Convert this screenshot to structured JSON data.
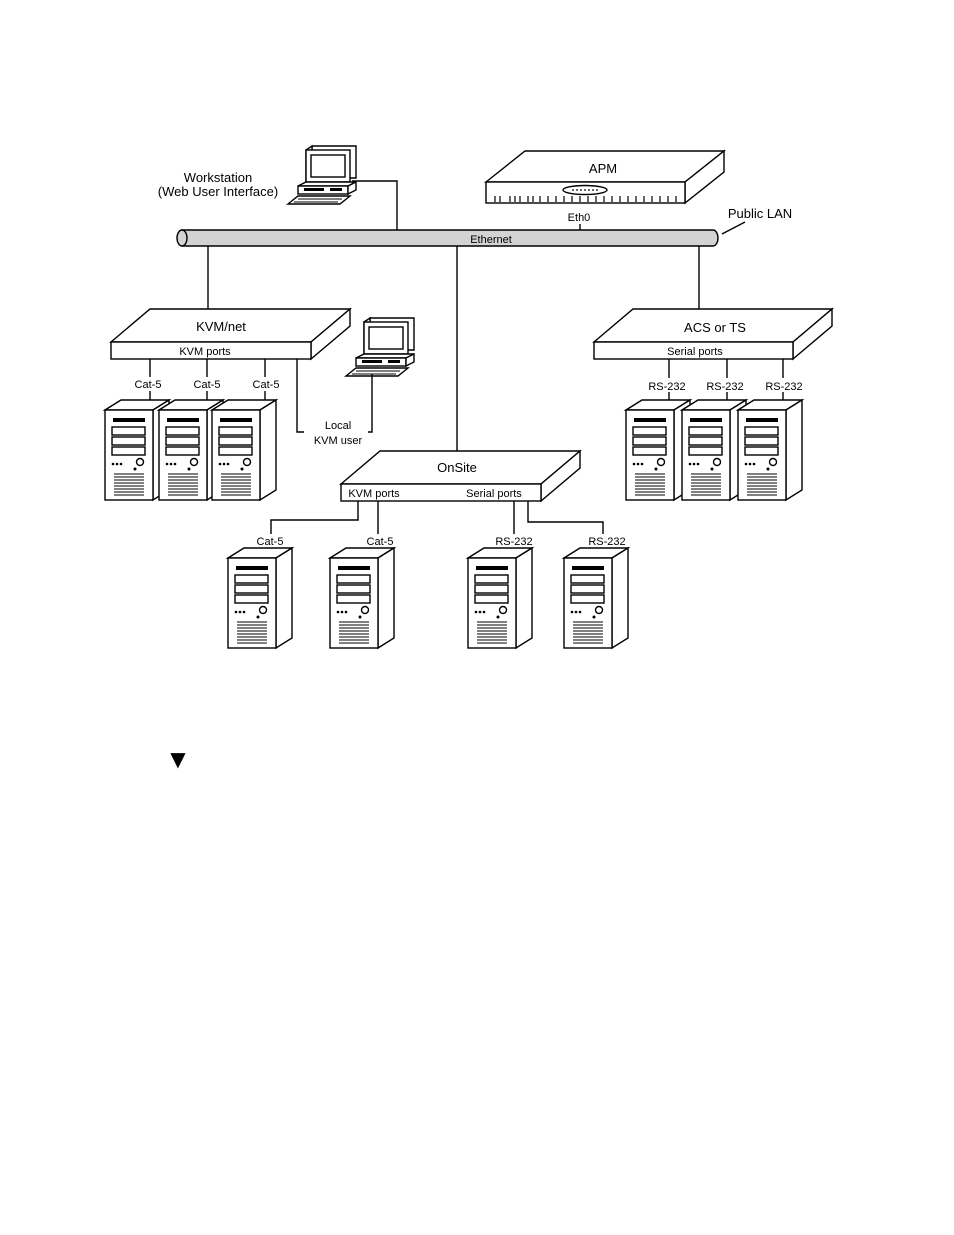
{
  "labels": {
    "workstation_line1": "Workstation",
    "workstation_line2": "(Web User Interface)",
    "apm": "APM",
    "eth0": "Eth0",
    "public_lan": "Public LAN",
    "ethernet": "Ethernet",
    "kvmnet": "KVM/net",
    "kvm_ports": "KVM ports",
    "local_line1": "Local",
    "local_line2": "KVM user",
    "acs": "ACS or TS",
    "serial_ports": "Serial ports",
    "onsite": "OnSite",
    "onsite_kvm_ports": "KVM ports",
    "onsite_serial_ports": "Serial ports",
    "cat5": "Cat-5",
    "rs232": "RS-232"
  },
  "symbol": "▼"
}
